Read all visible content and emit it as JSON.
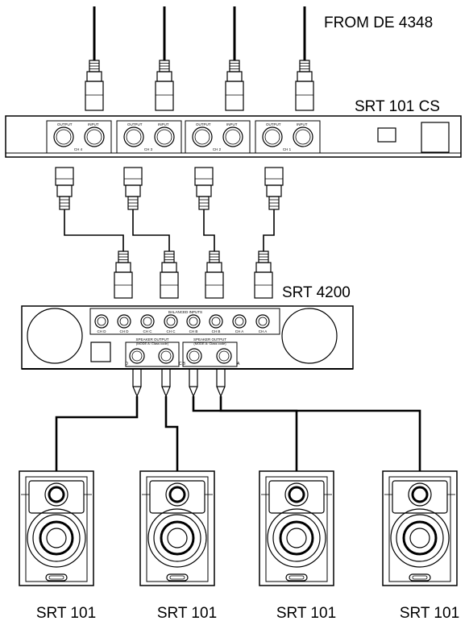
{
  "labels": {
    "source": "FROM DE 4348",
    "crossover": "SRT 101 CS",
    "amplifier": "SRT 4200"
  },
  "crossover_channels": [
    {
      "channel": "CH 4",
      "output": "OUTPUT",
      "input": "INPUT"
    },
    {
      "channel": "CH 3",
      "output": "OUTPUT",
      "input": "INPUT"
    },
    {
      "channel": "CH 2",
      "output": "OUTPUT",
      "input": "INPUT"
    },
    {
      "channel": "CH 1",
      "output": "OUTPUT",
      "input": "INPUT"
    }
  ],
  "amp_inputs_title": "BALANCED INPUTS",
  "amp_inputs": [
    "CH D",
    "CH D",
    "CH C",
    "CH C",
    "CH B",
    "CH B",
    "CH A",
    "CH A"
  ],
  "amp_outputs": [
    {
      "title": "SPEAKER OUTPUT",
      "sub": "(MODE A: Class code)",
      "left": "D",
      "right": "C"
    },
    {
      "title": "SPEAKER OUTPUT",
      "sub": "(MODE A: Class code)",
      "left": "B",
      "right": "A"
    }
  ],
  "speakers": [
    "SRT 101",
    "SRT 101",
    "SRT 101",
    "SRT 101"
  ]
}
